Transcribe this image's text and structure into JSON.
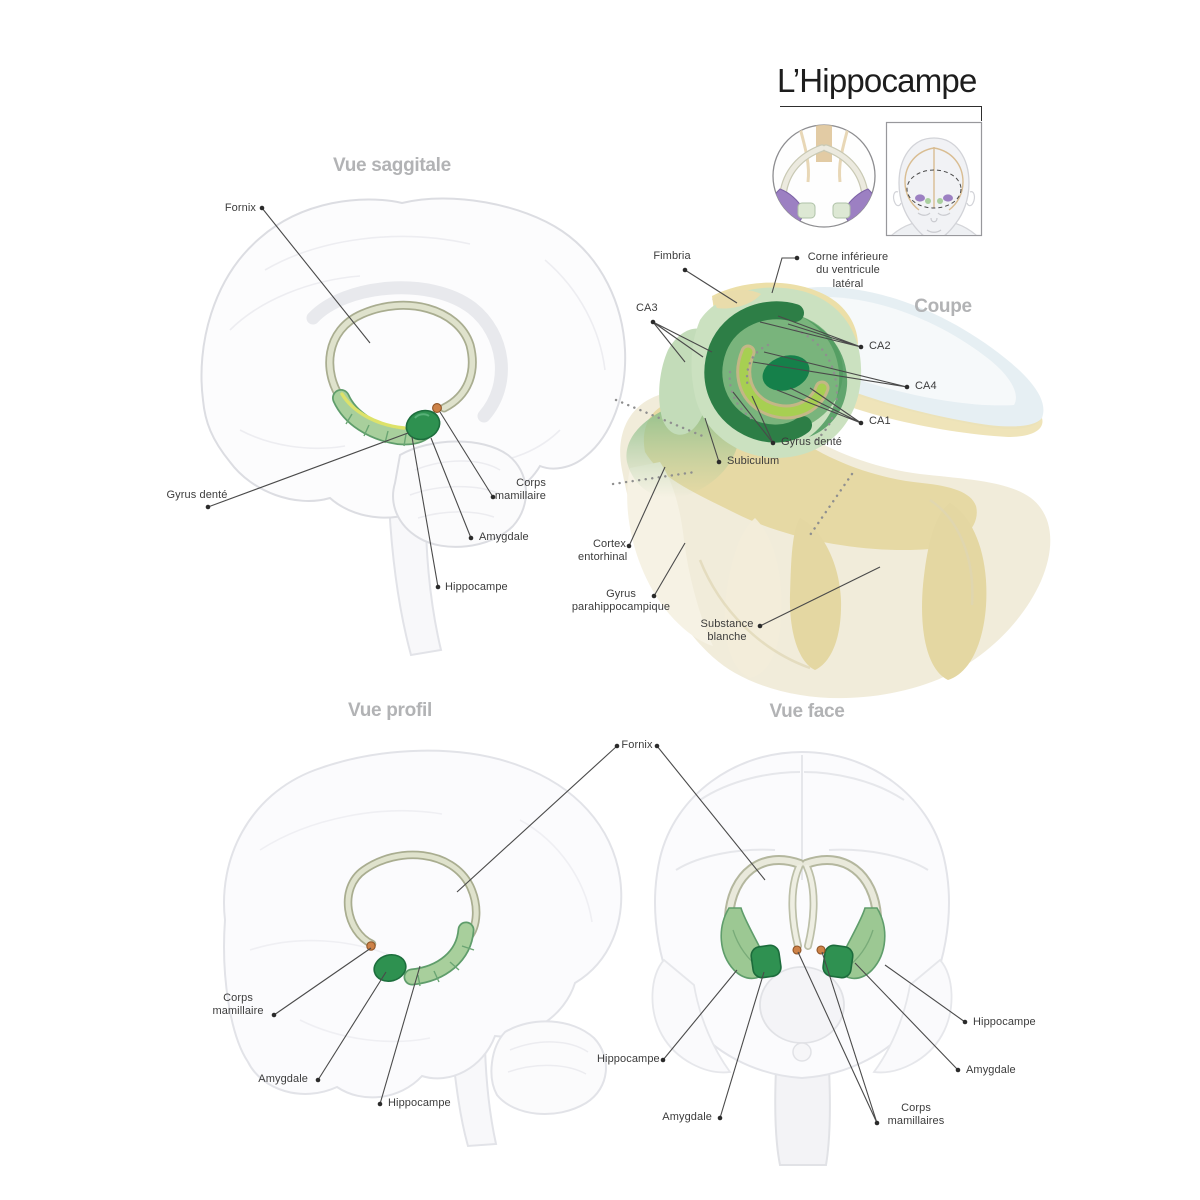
{
  "title": "L’Hippocampe",
  "panels": {
    "sagittal": {
      "title": "Vue saggitale",
      "labels": {
        "fornix": "Fornix",
        "gyrus_dente": "Gyrus denté",
        "corps_mamillaire": "Corps mamillaire",
        "amygdale": "Amygdale",
        "hippocampe": "Hippocampe"
      }
    },
    "coupe": {
      "title": "Coupe",
      "labels": {
        "fimbria": "Fimbria",
        "corne_inferieure": "Corne inférieure du ventricule latéral",
        "ca3": "CA3",
        "ca2": "CA2",
        "ca4": "CA4",
        "ca1": "CA1",
        "gyrus_dente": "Gyrus denté",
        "subiculum": "Subiculum",
        "cortex_entorhinal": "Cortex entorhinal",
        "gyrus_parahippocampique": "Gyrus parahippocampique",
        "substance_blanche": "Substance blanche"
      }
    },
    "profil": {
      "title": "Vue profil",
      "labels": {
        "fornix": "Fornix",
        "corps_mamillaire": "Corps mamillaire",
        "amygdale": "Amygdale",
        "hippocampe": "Hippocampe"
      }
    },
    "face": {
      "title": "Vue face",
      "labels": {
        "hippocampe_gauche": "Hippocampe",
        "amygdale_gauche": "Amygdale",
        "corps_mamillaires": "Corps mamillaires",
        "hippocampe_droit": "Hippocampe",
        "amygdale_droit": "Amygdale"
      }
    }
  },
  "icons": {
    "inset_coronal": "coronal-brain-inset-icon",
    "inset_head": "head-localization-inset-icon"
  },
  "colors": {
    "hippocampus_green": "#a8cf9c",
    "hippocampus_edge": "#5f9d6b",
    "amygdala_green": "#2e9150",
    "dark_green_center": "#15804a",
    "dark_green_ring": "#2d7e46",
    "yellow_green_dentate": "#a7cf52",
    "fimbria_yellow": "#dde26a",
    "fornix_sage": "#dfe2cc",
    "fornix_edge": "#a9ad90",
    "beige": "#e6d9a4",
    "cream": "#f1ecda",
    "blue_gray_ventricle": "#e3edf2",
    "pale_green": "#cbe1c0",
    "mamillary_orange": "#cd8248",
    "purple_inset": "#9c80c2",
    "label_text": "#3c3c3c",
    "section_title": "#b2b3b5",
    "leader_line": "#4a4a4a"
  }
}
